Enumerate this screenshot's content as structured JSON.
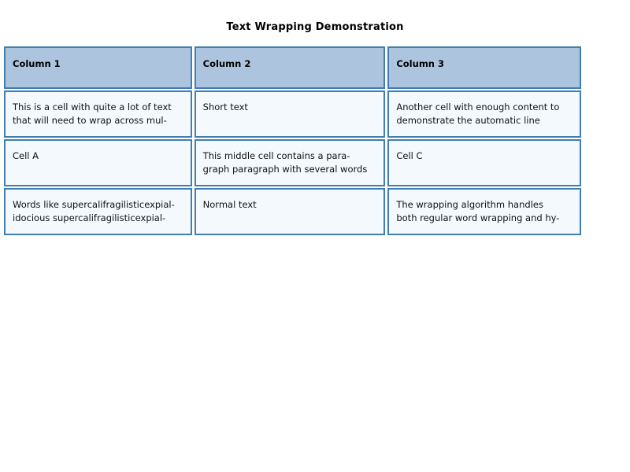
{
  "document": {
    "title": "Text Wrapping Demonstration"
  },
  "colors": {
    "header_fill": "#adc4de",
    "cell_fill": "#f4f9fd",
    "border": "#3f7db2",
    "text": "#111111",
    "page_background": "#ffffff"
  },
  "table": {
    "columns": [
      {
        "label": "Column 1"
      },
      {
        "label": "Column 2"
      },
      {
        "label": "Column 3"
      }
    ],
    "rows": [
      {
        "cells": [
          "This is a cell with quite a lot of text\nthat will need to wrap across mul-",
          "Short text",
          "Another cell with enough content to\ndemonstrate the automatic line"
        ]
      },
      {
        "cells": [
          "Cell A",
          "This middle cell contains a para-\ngraph paragraph with several words",
          "Cell C"
        ]
      },
      {
        "cells": [
          "Words like supercalifragilisticexpial-\nidocious supercalifragilisticexpial-",
          "Normal text",
          "The wrapping algorithm handles\nboth regular word wrapping and hy-"
        ]
      }
    ]
  }
}
